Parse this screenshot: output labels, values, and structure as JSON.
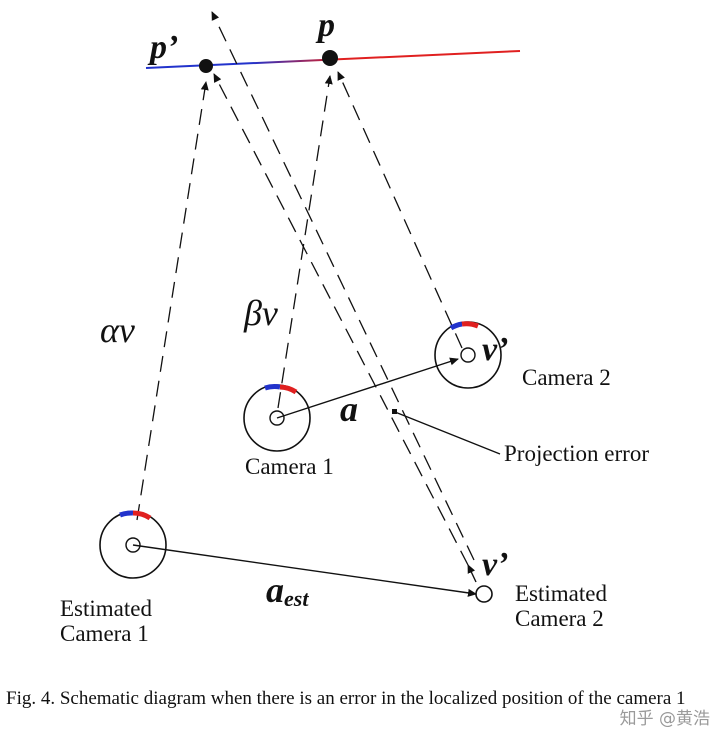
{
  "labels": {
    "p_prime": "p’",
    "p": "p",
    "alpha_v": "αv",
    "beta_v": "βv",
    "v_prime_cam2": "v’",
    "v_prime_est": "v’",
    "a": "a",
    "a_est": "aest",
    "camera_1": "Camera 1",
    "camera_2": "Camera 2",
    "projection_error": "Projection error",
    "estimated_camera_1_line1": "Estimated",
    "estimated_camera_1_line2": "Camera 1",
    "estimated_camera_2_line1": "Estimated",
    "estimated_camera_2_line2": "Camera 2"
  },
  "caption": "Fig. 4.   Schematic diagram when there is an error in the localized position of the camera 1",
  "watermark": "知乎 @黄浩",
  "colors": {
    "blue": "#2233cc",
    "red": "#e02020",
    "ink": "#111111"
  }
}
